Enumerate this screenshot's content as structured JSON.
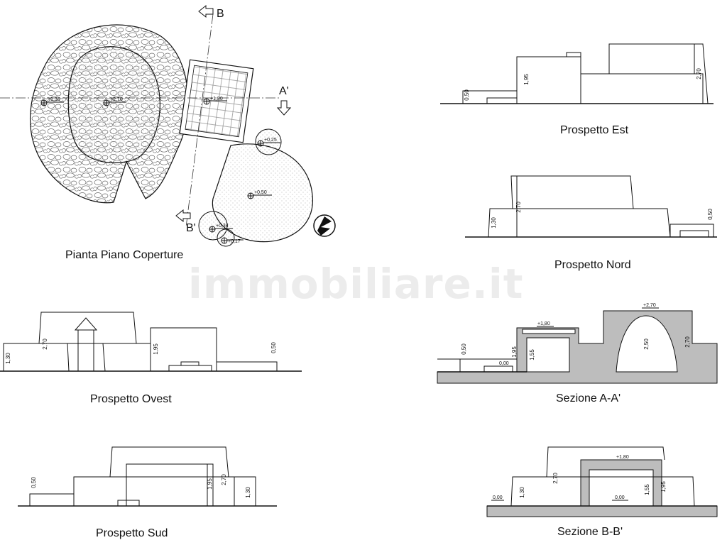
{
  "watermark": "immobiliare.it",
  "views": {
    "plan": "Pianta Piano Coperture",
    "est": "Prospetto Est",
    "nord": "Prospetto Nord",
    "ovest": "Prospetto Ovest",
    "sud": "Prospetto Sud",
    "sezA": "Sezione A-A'",
    "sezB": "Sezione B-B'"
  },
  "marks": {
    "b": "B",
    "b1": "B'",
    "a1": "A'"
  },
  "levels": {
    "p130": "+1,30",
    "p270": "+2,70",
    "p180": "+1,80",
    "p025": "+0,25",
    "p050": "+0,50",
    "p034": "+0,34",
    "p017": "+0,17",
    "p000": "0,00"
  },
  "dims": {
    "d050": "0,50",
    "d195": "1,95",
    "d270": "2,70",
    "d130": "1,30",
    "d155": "1,55",
    "d250": "2,50"
  }
}
